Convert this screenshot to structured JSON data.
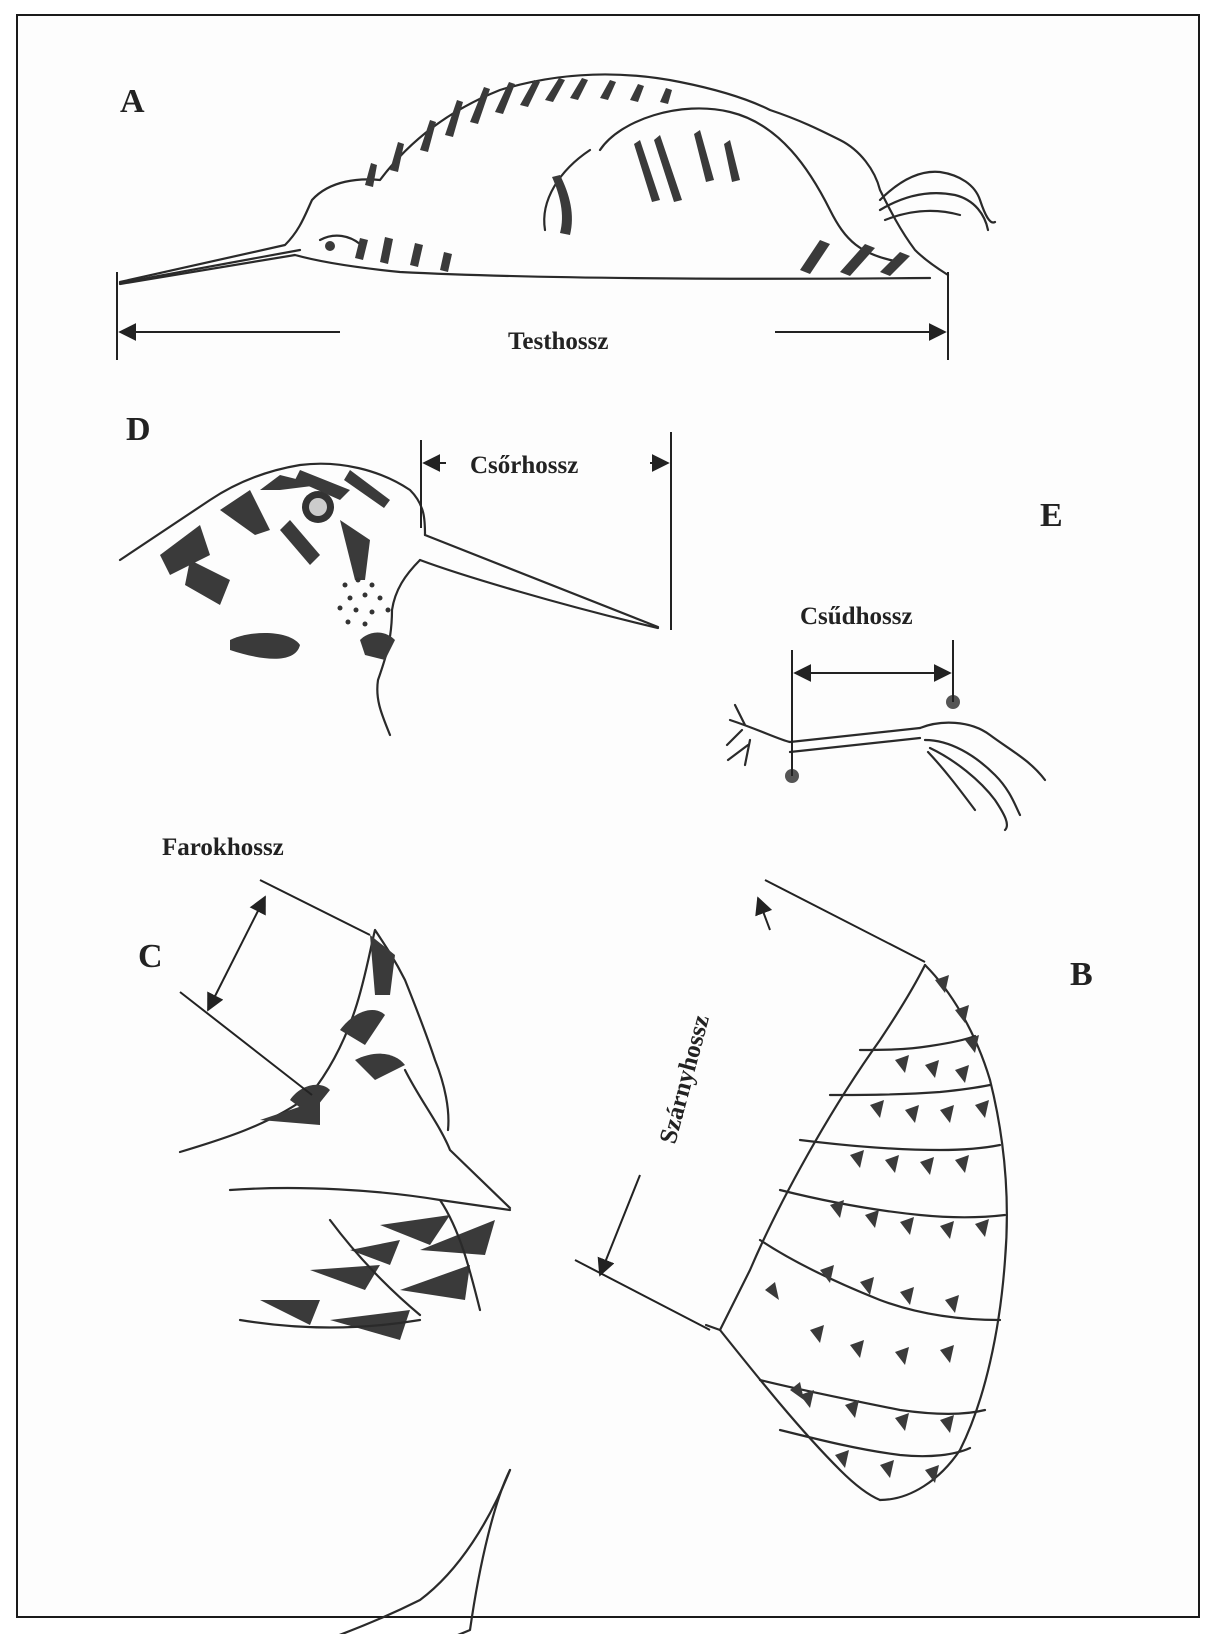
{
  "panels": {
    "a": "A",
    "b": "B",
    "c": "C",
    "d": "D",
    "e": "E"
  },
  "measurements": {
    "body_length": "Testhossz",
    "bill_length": "Csőrhossz",
    "tarsus_length": "Csűdhossz",
    "tail_length": "Farokhossz",
    "wing_length": "Szárnyhossz"
  },
  "colors": {
    "ink": "#2a2a2a",
    "paper": "#fdfdfd"
  }
}
